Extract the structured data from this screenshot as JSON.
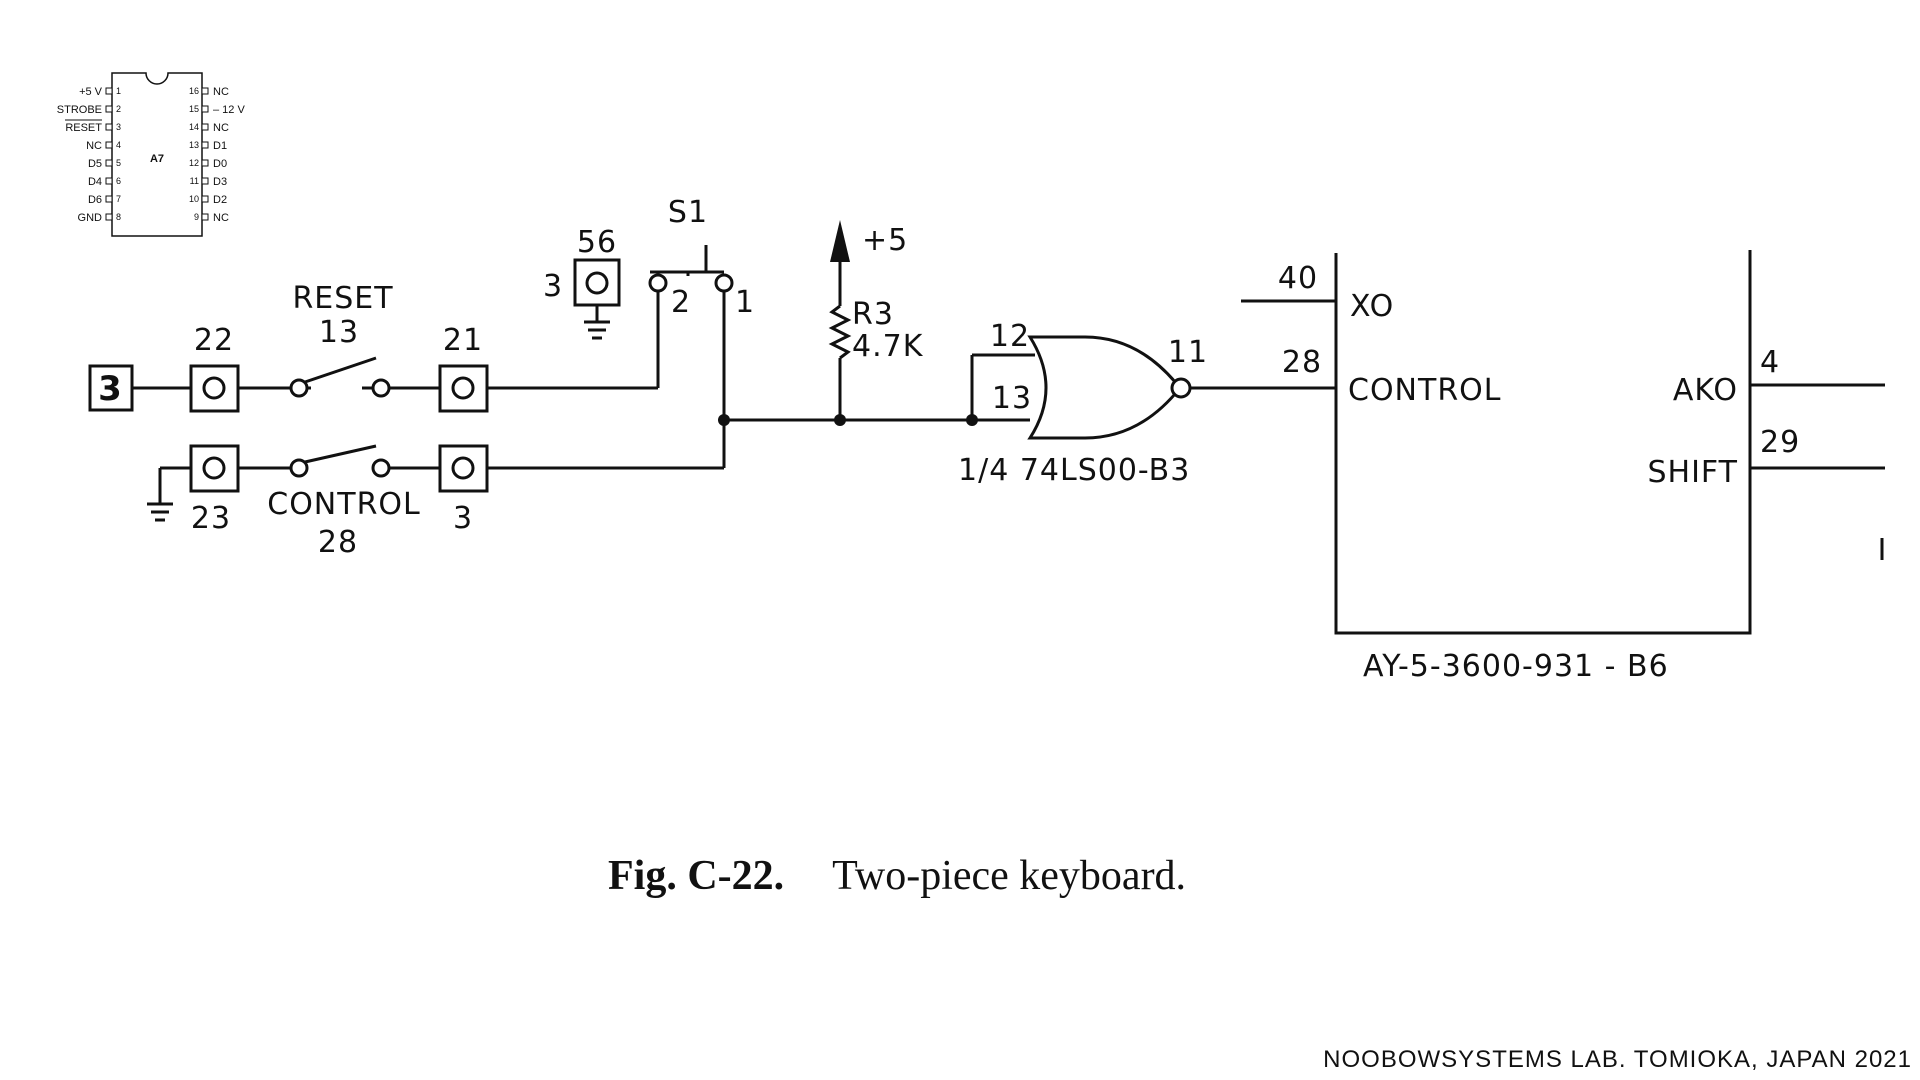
{
  "chip_pinout": {
    "name": "A7",
    "left_pins": [
      {
        "label": "+5 V",
        "num": "1"
      },
      {
        "label": "STROBE",
        "num": "2"
      },
      {
        "label": "RESET",
        "num": "3"
      },
      {
        "label": "NC",
        "num": "4"
      },
      {
        "label": "D5",
        "num": "5"
      },
      {
        "label": "D4",
        "num": "6"
      },
      {
        "label": "D6",
        "num": "7"
      },
      {
        "label": "GND",
        "num": "8"
      }
    ],
    "right_pins": [
      {
        "num": "16",
        "label": "NC"
      },
      {
        "num": "15",
        "label": "– 12 V"
      },
      {
        "num": "14",
        "label": "NC"
      },
      {
        "num": "13",
        "label": "D1"
      },
      {
        "num": "12",
        "label": "D0"
      },
      {
        "num": "11",
        "label": "D3"
      },
      {
        "num": "10",
        "label": "D2"
      },
      {
        "num": "9",
        "label": "NC"
      }
    ]
  },
  "schematic": {
    "connector_3": "3",
    "pin_22": "22",
    "reset_label": "RESET",
    "reset_num": "13",
    "pin_21": "21",
    "pin_23": "23",
    "control_switch_label": "CONTROL",
    "control_switch_num": "28",
    "pin_3_bottom": "3",
    "pin_56": "56",
    "pin_3_left": "3",
    "s1_label": "S1",
    "s1_pin2": "2",
    "s1_pin1": "1",
    "plus5_label": "+5",
    "r3_label": "R3",
    "r3_value": "4.7K",
    "gate_pin12": "12",
    "gate_pin13": "13",
    "gate_pin11": "11",
    "gate_label": "1/4  74LS00-B3",
    "ic_pin40": "40",
    "ic_xo": "XO",
    "ic_pin28": "28",
    "ic_control": "CONTROL",
    "ic_ako": "AKO",
    "ic_pin4": "4",
    "ic_shift": "SHIFT",
    "ic_pin29": "29",
    "ic_name": "AY-5-3600-931 - B6"
  },
  "caption": {
    "fig": "Fig. C-22.",
    "text": "Two-piece keyboard."
  },
  "footer": "NOOBOWSYSTEMS LAB. TOMIOKA, JAPAN 2021"
}
